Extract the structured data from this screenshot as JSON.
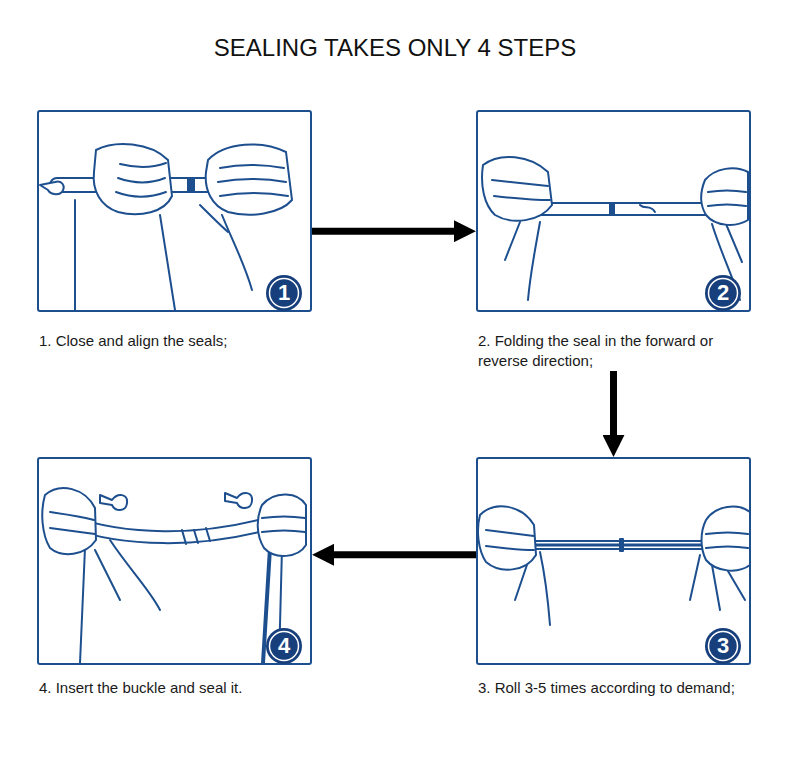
{
  "diagram": {
    "title": "SEALING TAKES ONLY 4 STEPS",
    "nodes": [
      {
        "text": [
          "1. Close and align the seals;"
        ]
      },
      {
        "text": [
          "1"
        ],
        "in": 0
      },
      {
        "text": [
          "2. Folding the seal in the forward or reverse direction;"
        ]
      },
      {
        "text": [
          "2"
        ],
        "in": 2
      },
      {
        "text": [
          "3. Roll 3-5 times according to demand;"
        ]
      },
      {
        "text": [
          "3"
        ],
        "in": 4
      },
      {
        "text": [
          "4. Insert the buckle and seal it."
        ]
      },
      {
        "text": [
          "4"
        ],
        "in": 6
      }
    ],
    "edges": [
      {
        "from": 0,
        "to": 2,
        "arrow": "to"
      },
      {
        "from": 2,
        "to": 4,
        "arrow": "to"
      },
      {
        "from": 4,
        "to": 6,
        "arrow": "to"
      }
    ]
  }
}
